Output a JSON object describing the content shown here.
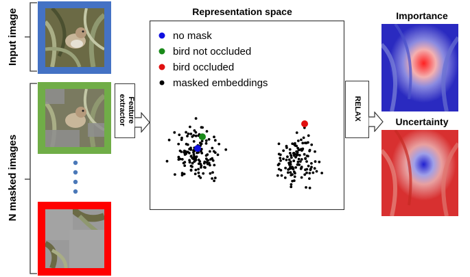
{
  "labels": {
    "input_image": "Input image",
    "n_masked_images": "N masked images",
    "feature_extractor_line1": "Feature",
    "feature_extractor_line2": "extractor",
    "representation_space": "Representation space",
    "relax": "RELAX",
    "importance": "Importance",
    "uncertainty": "Uncertainty"
  },
  "legend": [
    {
      "label": "no mask",
      "color": "#1010e0"
    },
    {
      "label": "bird not occluded",
      "color": "#1a8a1a"
    },
    {
      "label": "bird occluded",
      "color": "#e01010"
    },
    {
      "label": "masked embeddings",
      "color": "#000000"
    }
  ],
  "frame_colors": {
    "input": "#4472c4",
    "masked_green": "#70ad47",
    "masked_red": "#ff0000",
    "dots": "#4a78b8"
  },
  "icons": [
    "bird-photo",
    "bird-photo-masked",
    "importance-heatmap",
    "uncertainty-heatmap",
    "block-arrow"
  ]
}
